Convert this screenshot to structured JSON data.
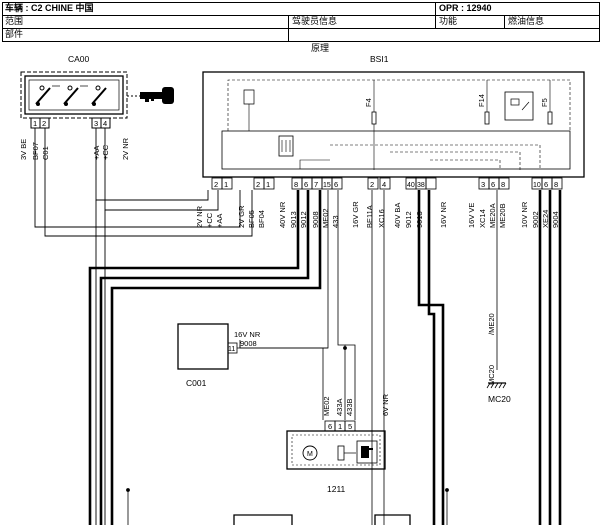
{
  "header": {
    "vehicle_label": "车辆 : C2 CHINE 中国",
    "opr_label": "OPR : 12940",
    "scope_label": "范围",
    "driver_info_label": "驾驶员信息",
    "function_label": "功能",
    "fuel_info_label": "燃油信息",
    "part_label": "部件",
    "principle_label": "原理"
  },
  "components": {
    "ca00": "CA00",
    "bsi1": "BSI1",
    "c001": "C001",
    "c001_wire": "16V NR",
    "c001_wire_code": "9008",
    "c001_pin": "11",
    "i211": "1211",
    "i211_wire": "6V NR",
    "mc20": "MC20",
    "mc20_wire": "/ME20",
    "mc20_conn": "MC20"
  },
  "fuses": [
    "F4",
    "F14",
    "F5"
  ],
  "ca00_pins": [
    "1",
    "2",
    "3",
    "4"
  ],
  "ca00_left_group": "3V BE",
  "ca00_right_group": "2V NR",
  "ca00_wire_codes": [
    "BF07",
    "C01",
    "+AA",
    "+CC"
  ],
  "bsi_pin_groups": [
    {
      "group": "2V NR",
      "pins": [
        "2",
        "1"
      ],
      "codes": [
        "+CC",
        "+AA"
      ]
    },
    {
      "group": "2V GR",
      "pins": [
        "2",
        "1"
      ],
      "codes": [
        "BF05",
        "BF04"
      ]
    },
    {
      "group": "40V NR",
      "pins": [
        "8",
        "6",
        "7",
        "15",
        "6"
      ],
      "codes": [
        "9013",
        "9012",
        "9008",
        "ME02",
        "433"
      ]
    },
    {
      "group": "16V GR",
      "pins": [
        "2"
      ],
      "codes": [
        "BE11A"
      ]
    },
    {
      "group": "40V BA",
      "pins": [
        "4",
        "40",
        "38"
      ],
      "codes": [
        "XC16",
        "9012",
        "9013"
      ]
    },
    {
      "group": "16V NR",
      "pins": [],
      "codes": []
    },
    {
      "group": "16V VE",
      "pins": [
        "3",
        "6",
        "8"
      ],
      "codes": [
        "XC14",
        "ME20A",
        "ME20B"
      ]
    },
    {
      "group": "10V NR",
      "pins": [
        "10",
        "6",
        "8"
      ],
      "codes": [
        "9002",
        "XE24",
        "9004"
      ]
    }
  ],
  "i211_pins": [
    "6",
    "1",
    "5"
  ],
  "i211_codes": [
    "ME02",
    "433A",
    "433B"
  ]
}
